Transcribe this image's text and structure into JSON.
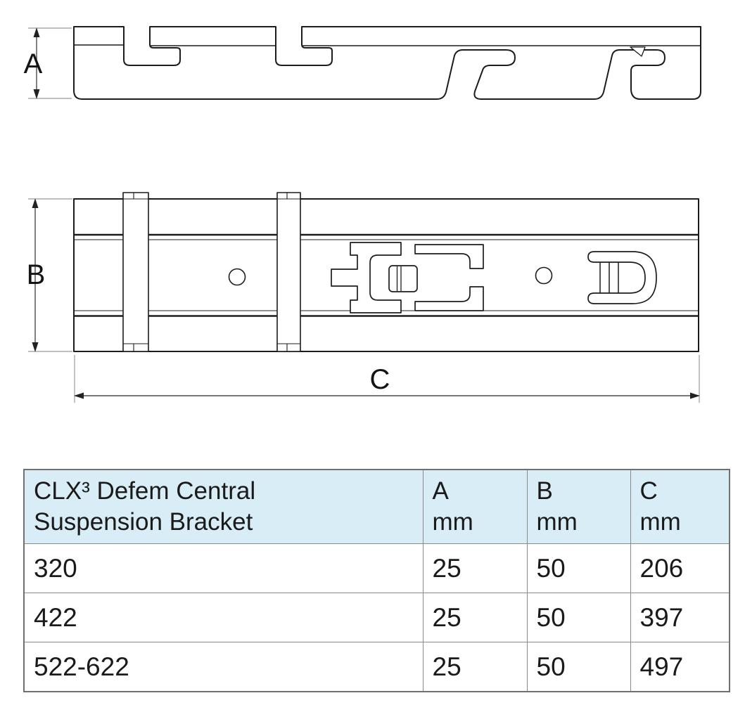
{
  "dimension_labels": {
    "a": "A",
    "b": "B",
    "c": "C"
  },
  "table": {
    "header": {
      "product_line1": "CLX³ Defem Central",
      "product_line2": "Suspension Bracket",
      "col_a": "A",
      "col_b": "B",
      "col_c": "C",
      "unit_a": "mm",
      "unit_b": "mm",
      "unit_c": "mm"
    },
    "rows": [
      {
        "model": "320",
        "a": "25",
        "b": "50",
        "c": "206"
      },
      {
        "model": "422",
        "a": "25",
        "b": "50",
        "c": "397"
      },
      {
        "model": "522-622",
        "a": "25",
        "b": "50",
        "c": "497"
      }
    ]
  },
  "colors": {
    "header_bg": "#d9edf6",
    "table_border": "#8a8a8a",
    "drawing_line": "#1c1c1c",
    "dimension_line": "#4b4b4b",
    "extension_line": "#9b9b9b"
  }
}
